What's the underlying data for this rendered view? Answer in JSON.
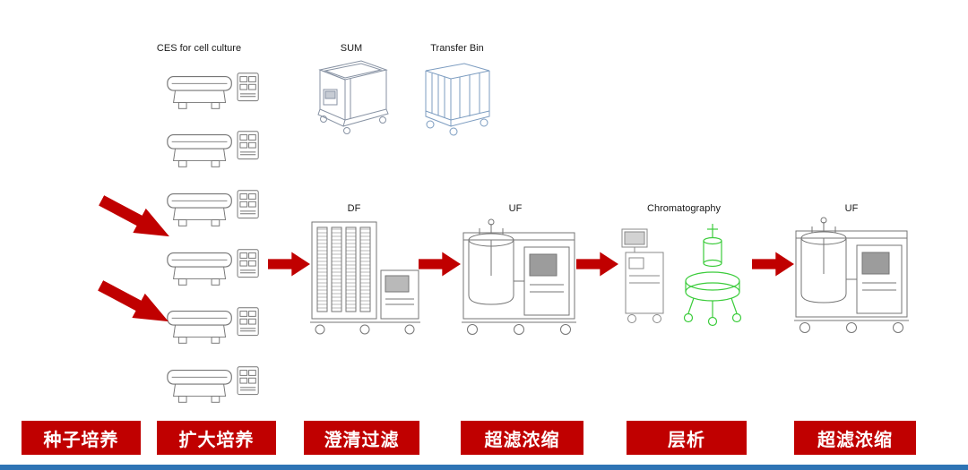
{
  "colors": {
    "arrow_red": "#C00000",
    "banner_red": "#C00000",
    "banner_text": "#FFFFFF",
    "line_art_gray": "#767676",
    "transfer_bin_blue": "#7C9CC0",
    "chromatography_green": "#3BCC3B",
    "footer_bar_blue": "#2E74B5"
  },
  "equipment": {
    "ces": {
      "label": "CES for cell culture",
      "unit_count": 6
    },
    "sum": {
      "label": "SUM"
    },
    "transfer_bin": {
      "label": "Transfer Bin"
    },
    "df": {
      "label": "DF"
    },
    "uf1": {
      "label": "UF"
    },
    "chromatography": {
      "label": "Chromatography"
    },
    "uf2": {
      "label": "UF"
    }
  },
  "stages": [
    {
      "label": "种子培养"
    },
    {
      "label": "扩大培养"
    },
    {
      "label": "澄清过滤"
    },
    {
      "label": "超滤浓缩"
    },
    {
      "label": "层析"
    },
    {
      "label": "超滤浓缩"
    }
  ]
}
